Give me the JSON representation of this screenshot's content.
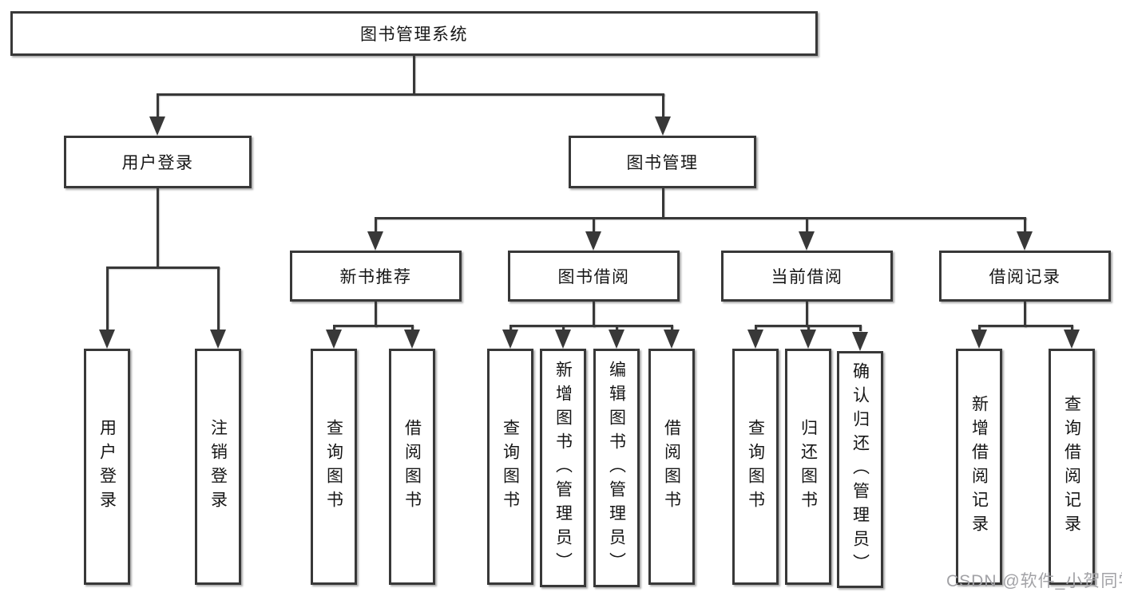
{
  "tree": {
    "root": "图书管理系统",
    "children": [
      {
        "label": "用户登录",
        "children": [
          "用户登录",
          "注销登录"
        ]
      },
      {
        "label": "图书管理",
        "children": [
          {
            "label": "新书推荐",
            "children": [
              "查询图书",
              "借阅图书"
            ]
          },
          {
            "label": "图书借阅",
            "children": [
              "查询图书",
              "新增图书（管理员）",
              "编辑图书（管理员）",
              "借阅图书"
            ]
          },
          {
            "label": "当前借阅",
            "children": [
              "查询图书",
              "归还图书",
              "确认归还（管理员）"
            ]
          },
          {
            "label": "借阅记录",
            "children": [
              "新增借阅记录",
              "查询借阅记录"
            ]
          }
        ]
      }
    ]
  },
  "watermark": {
    "text": "CSDN @软件_小贺同学"
  },
  "colors": {
    "line": "#383838",
    "box_border": "#383838",
    "box_fill": "#ffffff",
    "text": "#161616",
    "watermark": "#a2a2a6",
    "background": "#ffffff"
  }
}
